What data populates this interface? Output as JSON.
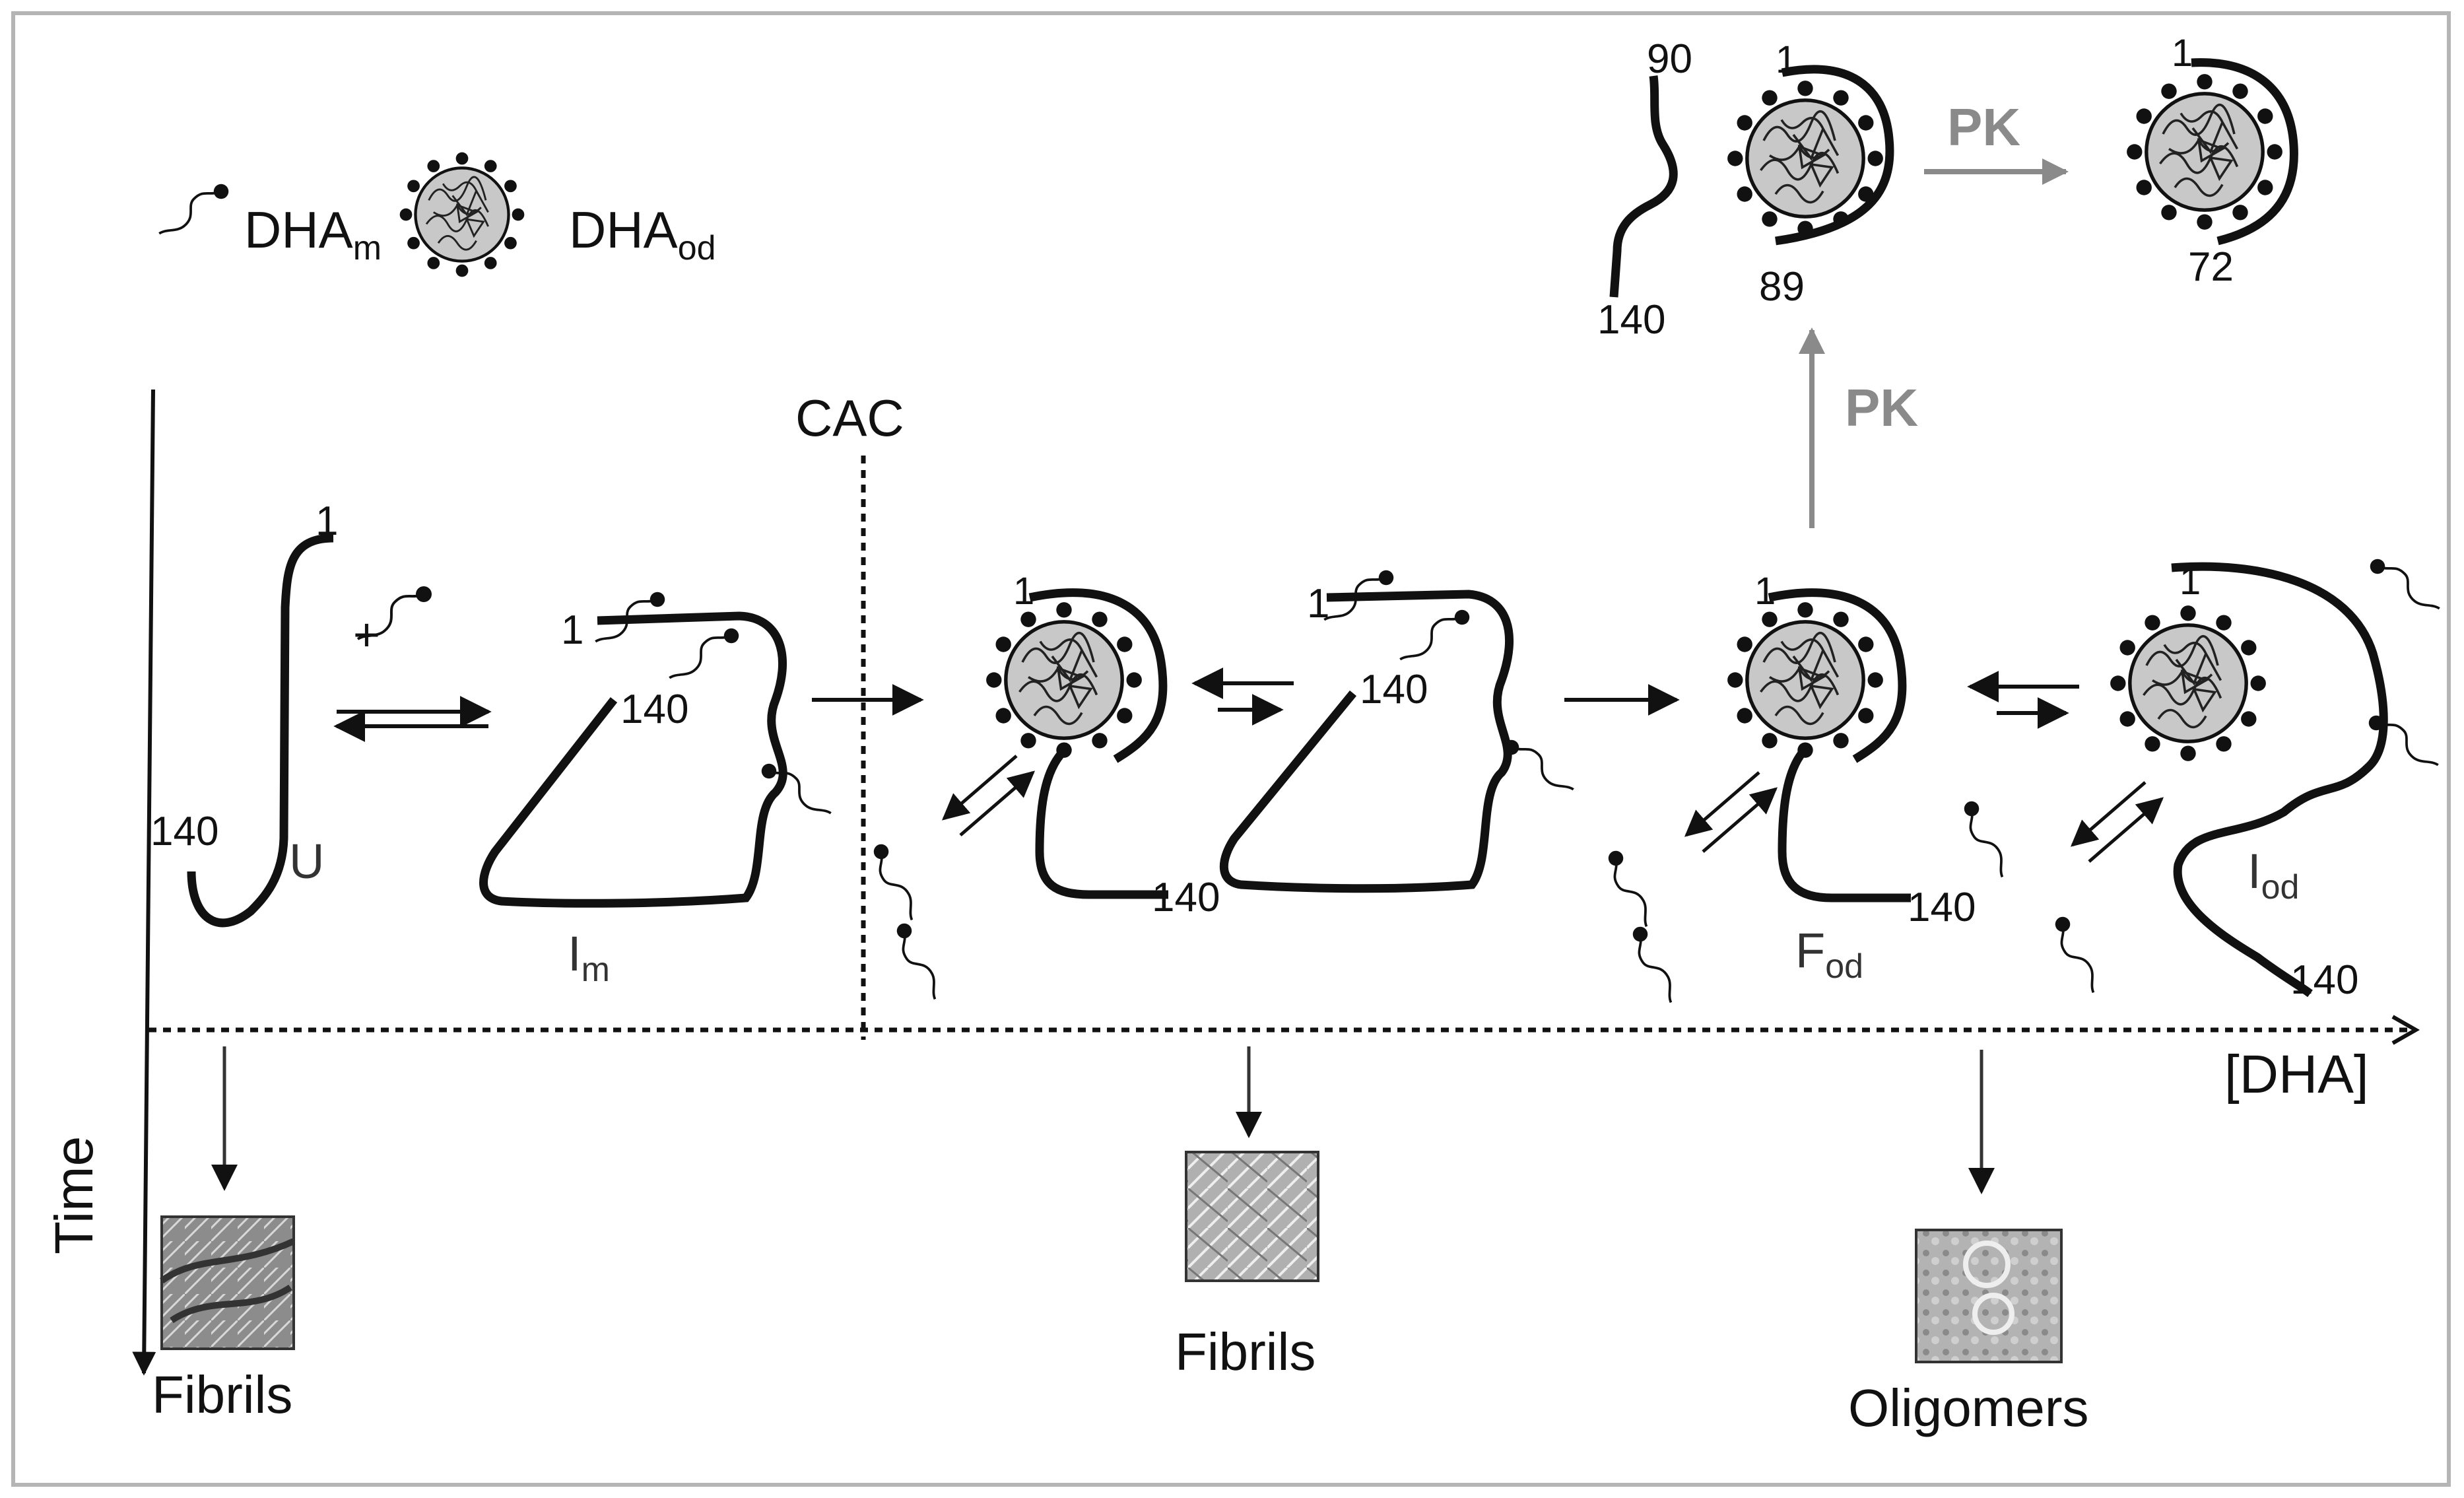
{
  "legend": {
    "monomer_label": "DHA",
    "monomer_sub": "m",
    "oligomer_label": "DHA",
    "oligomer_sub": "od"
  },
  "axes": {
    "time_label": "Time",
    "dha_label": "[DHA]",
    "cac_label": "CAC"
  },
  "protease": {
    "label_vertical": "PK",
    "label_horizontal": "PK"
  },
  "residues": {
    "n_terminus": "1",
    "c_terminus": "140",
    "cut_90": "90",
    "cut_89": "89",
    "cut_72": "72"
  },
  "states": {
    "unfolded": "U",
    "monomer_bound": "I",
    "monomer_bound_sub": "m",
    "fibril_prone": "F",
    "fibril_prone_sub": "od",
    "oligomer_prone": "I",
    "oligomer_prone_sub": "od",
    "plus": "+"
  },
  "outcomes": {
    "fibrils_low": "Fibrils",
    "fibrils_mid": "Fibrils",
    "oligomers": "Oligomers"
  },
  "colors": {
    "ink": "#111111",
    "protease": "#8a8a8a",
    "micelle_fill": "#c8c8c8",
    "frame": "#b5b5b5"
  }
}
